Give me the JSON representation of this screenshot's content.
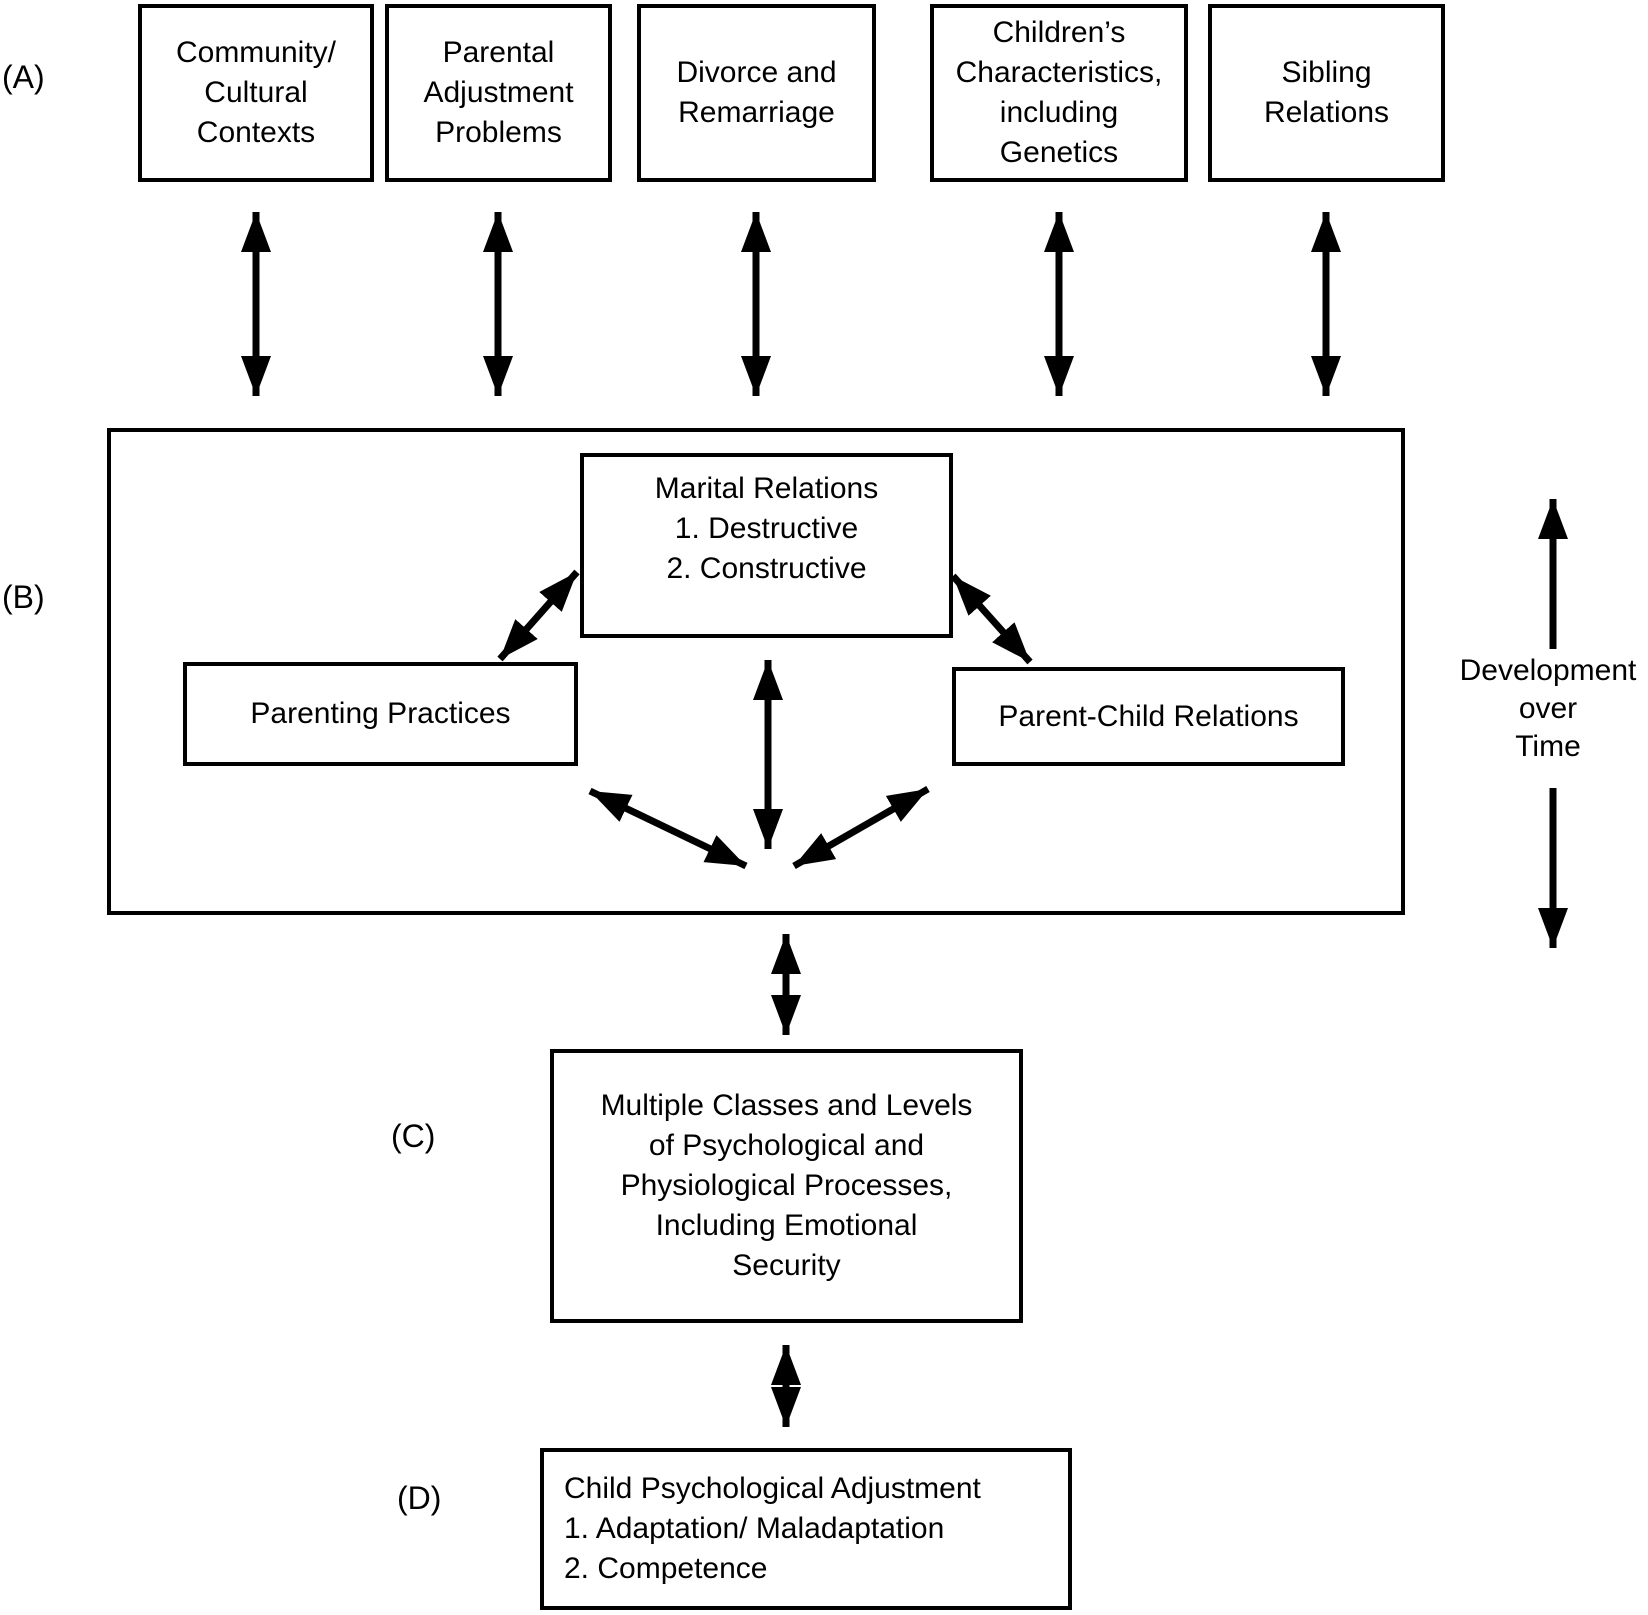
{
  "labels": {
    "a": "(A)",
    "b": "(B)",
    "c": "(C)",
    "d": "(D)"
  },
  "top_boxes": [
    {
      "text": "Community/\nCultural\nContexts"
    },
    {
      "text": "Parental\nAdjustment\nProblems"
    },
    {
      "text": "Divorce and\nRemarriage"
    },
    {
      "text": "Children’s\nCharacteristics,\nincluding\nGenetics"
    },
    {
      "text": "Sibling\nRelations"
    }
  ],
  "family_boxes": {
    "marital": "Marital Relations\n1. Destructive\n2. Constructive",
    "parenting": "Parenting Practices",
    "parent_child": "Parent-Child Relations"
  },
  "process_box": "Multiple Classes and Levels\nof Psychological and\nPhysiological Processes,\nIncluding Emotional\nSecurity",
  "outcome_box": "Child Psychological Adjustment\n1. Adaptation/ Maladaptation\n2. Competence",
  "side_label": "Development\nover\nTime",
  "colors": {
    "line": "#000000",
    "background": "#ffffff"
  }
}
